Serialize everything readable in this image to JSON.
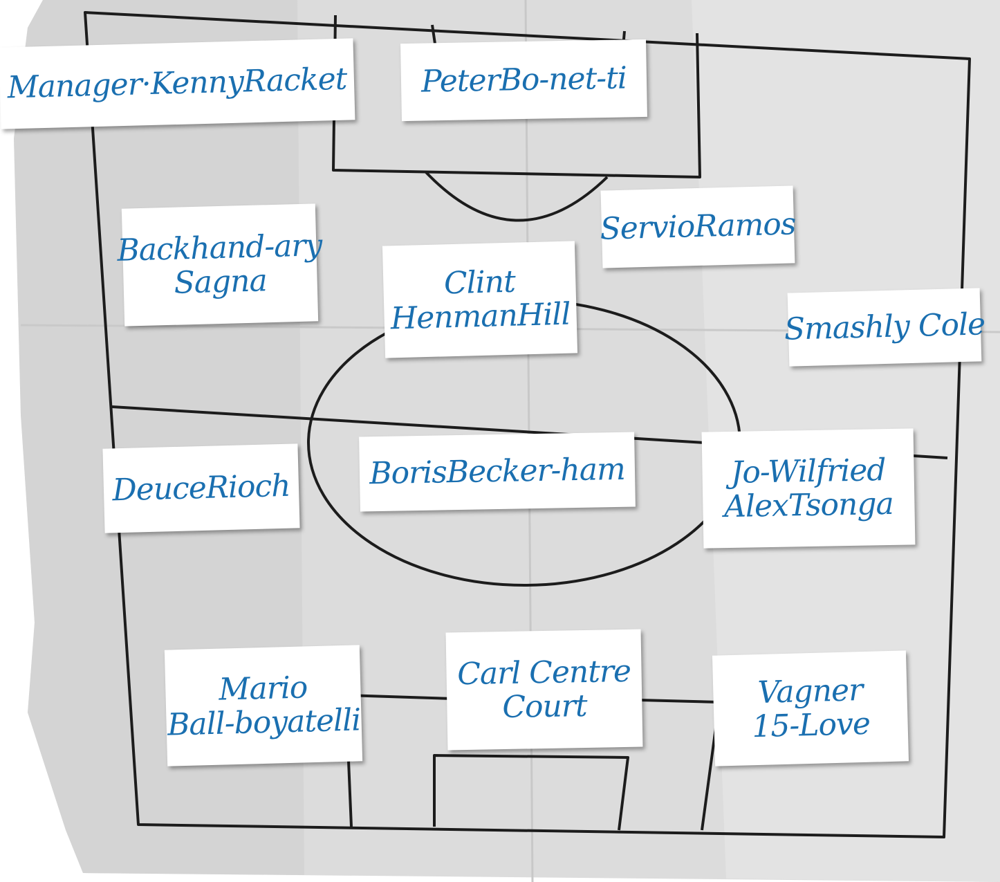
{
  "colors": {
    "paper": "#dcdcdc",
    "line": "#1c1c1c",
    "ink": "#1a6fb0",
    "card": "#ffffff"
  },
  "cards": {
    "manager": {
      "line1": "Manager·KennyRacket"
    },
    "goalkeeper": {
      "line1": "PeterBo-net-ti"
    },
    "backhand": {
      "line1": "Backhand-ary",
      "line2": "Sagna"
    },
    "servio": {
      "line1": "ServioRamos"
    },
    "clint": {
      "line1": "Clint",
      "line2": "HenmanHill"
    },
    "smashly": {
      "line1": "Smashly Cole"
    },
    "deuce": {
      "line1": "DeuceRioch"
    },
    "boris": {
      "line1": "BorisBecker-ham"
    },
    "jo": {
      "line1": "Jo-Wilfried",
      "line2": "AlexTsonga"
    },
    "mario": {
      "line1": "Mario",
      "line2": "Ball-boyatelli"
    },
    "carl": {
      "line1": "Carl Centre",
      "line2": "Court"
    },
    "vagner": {
      "line1": "Vagner",
      "line2": "15-Love"
    }
  }
}
